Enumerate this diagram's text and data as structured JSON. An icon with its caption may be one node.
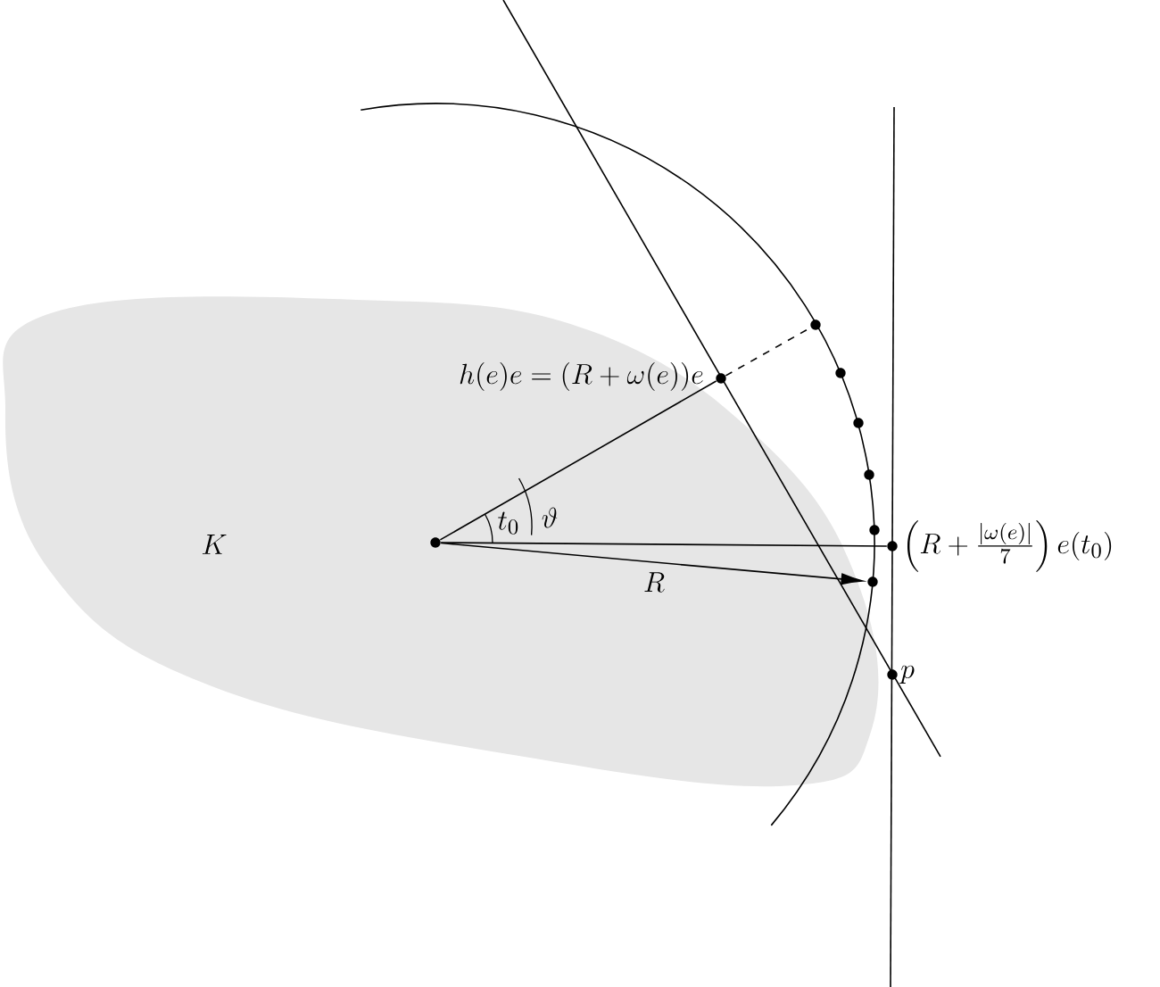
{
  "diagram": {
    "nodes": [
      {
        "text": [],
        "shape": "circle"
      },
      {
        "text": [],
        "shape": "circle",
        "beside": [
          "h(e)e = (R+\\omega(e))e"
        ]
      },
      {
        "text": [],
        "shape": "circle"
      },
      {
        "text": [],
        "shape": "circle"
      },
      {
        "text": [],
        "shape": "circle"
      },
      {
        "text": [],
        "shape": "circle"
      },
      {
        "text": [],
        "shape": "circle"
      },
      {
        "text": [],
        "shape": "circle",
        "beside": [
          "\\Big(R+\\tfrac{|\\omega(e)|}{7}\\Big)\\,e(t_0)"
        ]
      },
      {
        "text": [],
        "shape": "circle"
      },
      {
        "text": [],
        "shape": "circle",
        "beside": [
          "p"
        ]
      }
    ],
    "edges": [
      {
        "from": 0,
        "to": 1,
        "arrow": "none"
      },
      {
        "from": 1,
        "to": 2,
        "arrow": "none",
        "style": "dashed"
      },
      {
        "from": 0,
        "to": 7,
        "arrow": "none"
      },
      {
        "from": 0,
        "to": 8,
        "arrow": "to",
        "label": "R"
      }
    ],
    "labels": [
      "K",
      "t_0",
      "\\vartheta"
    ]
  }
}
